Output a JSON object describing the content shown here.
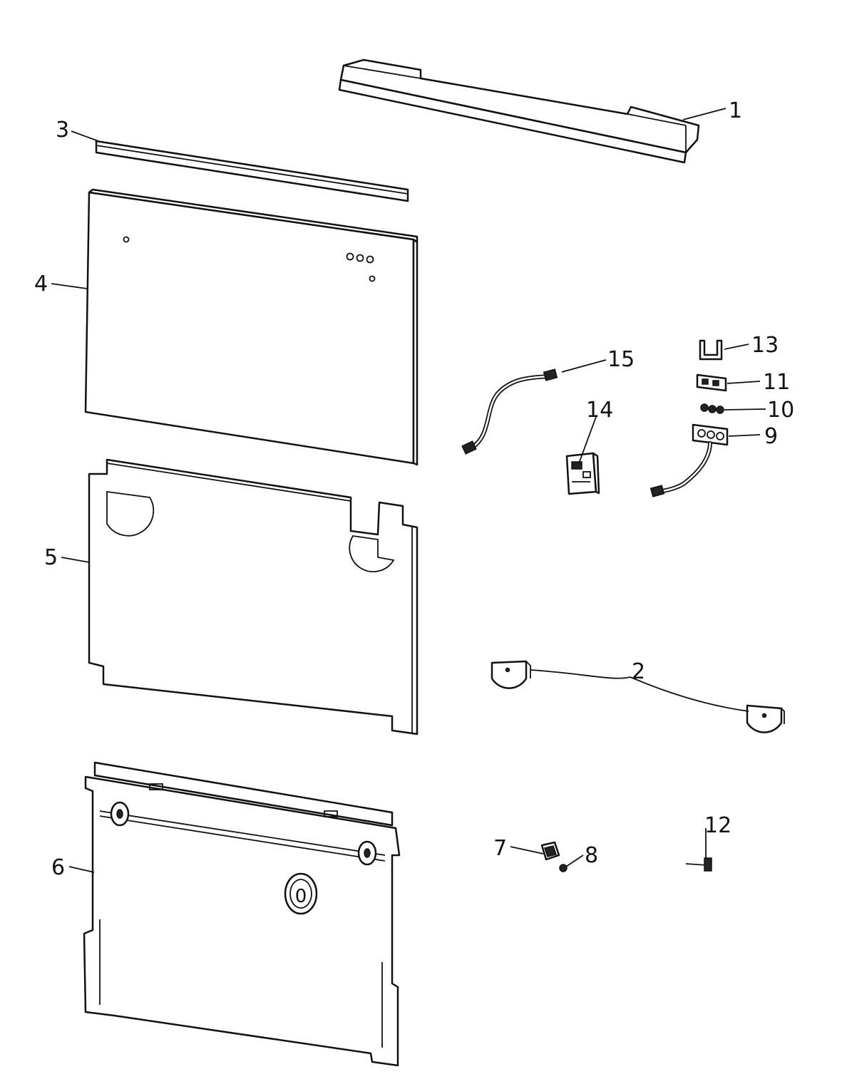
{
  "diagram": {
    "callouts": [
      {
        "id": "1",
        "label": "1"
      },
      {
        "id": "2",
        "label": "2"
      },
      {
        "id": "3",
        "label": "3"
      },
      {
        "id": "4",
        "label": "4"
      },
      {
        "id": "5",
        "label": "5"
      },
      {
        "id": "6",
        "label": "6"
      },
      {
        "id": "7",
        "label": "7"
      },
      {
        "id": "8",
        "label": "8"
      },
      {
        "id": "9",
        "label": "9"
      },
      {
        "id": "10",
        "label": "10"
      },
      {
        "id": "11",
        "label": "11"
      },
      {
        "id": "12",
        "label": "12"
      },
      {
        "id": "13",
        "label": "13"
      },
      {
        "id": "14",
        "label": "14"
      },
      {
        "id": "15",
        "label": "15"
      }
    ],
    "door_logo_mark": "0"
  }
}
